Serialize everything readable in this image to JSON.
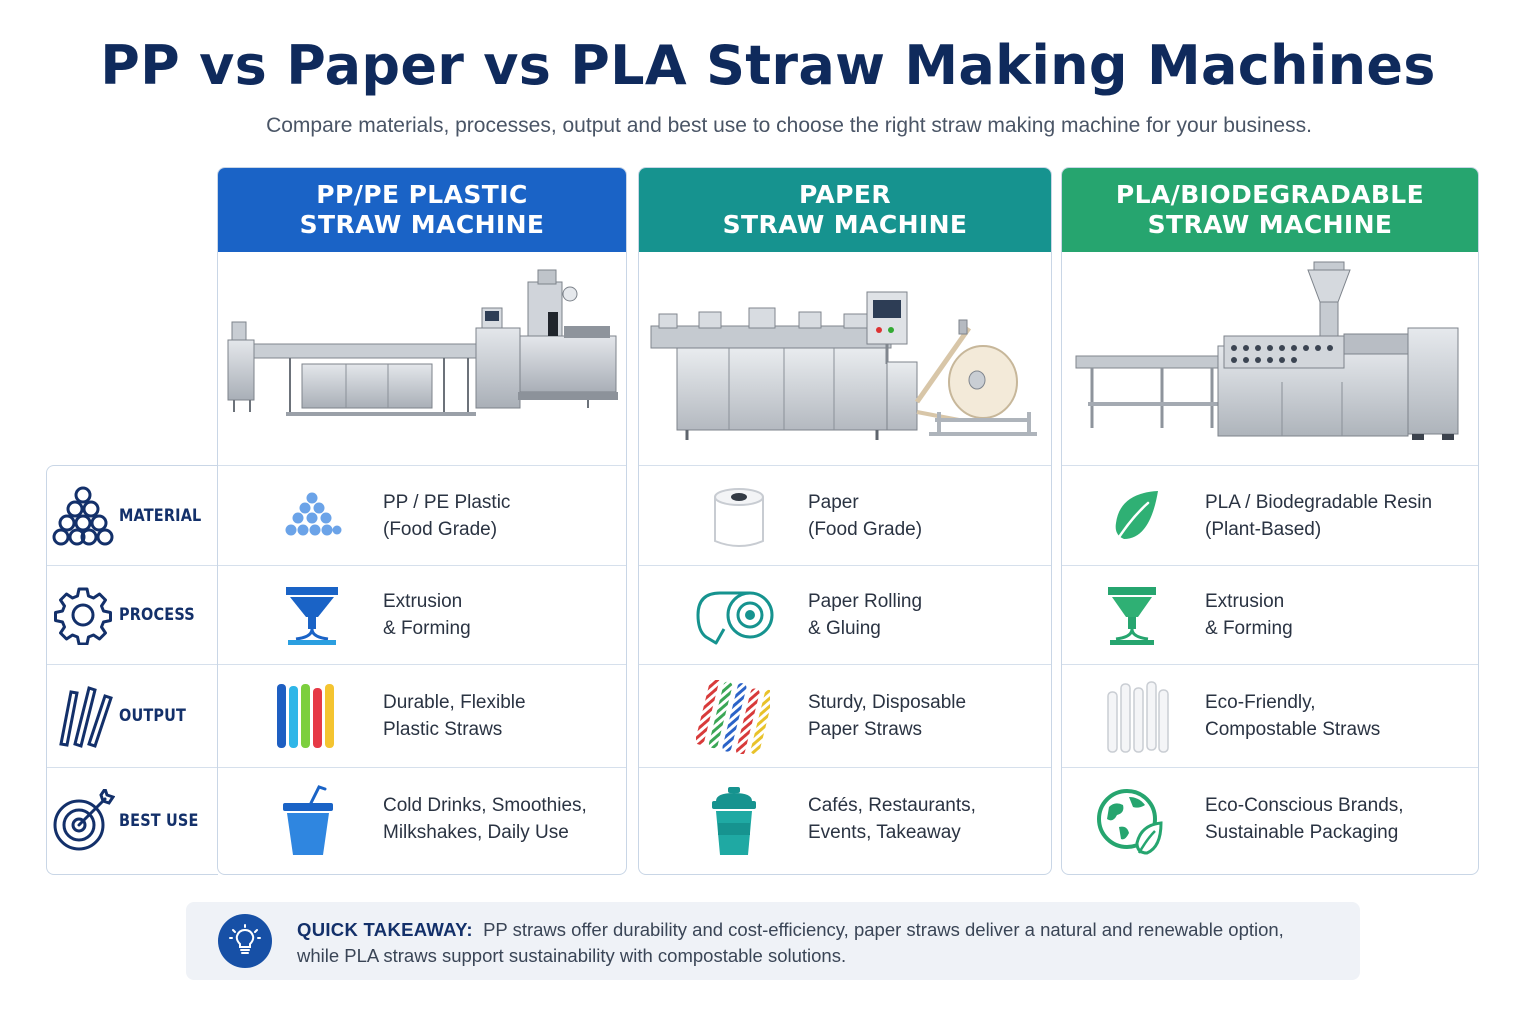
{
  "title": "PP vs Paper vs PLA Straw Making Machines",
  "subtitle": "Compare materials, processes, output and best use to choose the right straw making machine for your business.",
  "row_labels": [
    {
      "label": "MATERIAL",
      "icon": "stacked-pellets-icon"
    },
    {
      "label": "PROCESS",
      "icon": "gear-icon"
    },
    {
      "label": "OUTPUT",
      "icon": "straws-icon"
    },
    {
      "label": "BEST USE",
      "icon": "target-icon"
    }
  ],
  "columns": [
    {
      "header_line1": "PP/PE PLASTIC",
      "header_line2": "STRAW MACHINE",
      "color": "#1a63c6",
      "machine_image": "pp-extrusion-line-image",
      "cells": [
        {
          "line1": "PP / PE Plastic",
          "line2": "(Food Grade)",
          "icon": "plastic-pellets-icon"
        },
        {
          "line1": "Extrusion",
          "line2": "& Forming",
          "icon": "extrusion-die-icon"
        },
        {
          "line1": "Durable, Flexible",
          "line2": "Plastic Straws",
          "icon": "colored-straws-icon"
        },
        {
          "line1": "Cold Drinks, Smoothies,",
          "line2": "Milkshakes, Daily Use",
          "icon": "cold-drink-cup-icon"
        }
      ]
    },
    {
      "header_line1": "PAPER",
      "header_line2": "STRAW MACHINE",
      "color": "#16938f",
      "machine_image": "paper-rolling-machine-image",
      "cells": [
        {
          "line1": "Paper",
          "line2": "(Food Grade)",
          "icon": "paper-roll-icon"
        },
        {
          "line1": "Paper Rolling",
          "line2": "& Gluing",
          "icon": "rolling-paper-icon"
        },
        {
          "line1": "Sturdy, Disposable",
          "line2": "Paper Straws",
          "icon": "striped-straws-icon"
        },
        {
          "line1": "Cafés, Restaurants,",
          "line2": "Events, Takeaway",
          "icon": "takeaway-cup-icon"
        }
      ]
    },
    {
      "header_line1": "PLA/BIODEGRADABLE",
      "header_line2": "STRAW MACHINE",
      "color": "#26a56f",
      "machine_image": "pla-extruder-machine-image",
      "cells": [
        {
          "line1": "PLA / Biodegradable Resin",
          "line2": "(Plant-Based)",
          "icon": "leaf-icon"
        },
        {
          "line1": "Extrusion",
          "line2": "& Forming",
          "icon": "extrusion-die-icon"
        },
        {
          "line1": "Eco-Friendly,",
          "line2": "Compostable Straws",
          "icon": "white-straws-icon"
        },
        {
          "line1": "Eco-Conscious Brands,",
          "line2": "Sustainable Packaging",
          "icon": "globe-leaf-icon"
        }
      ]
    }
  ],
  "takeaway": {
    "label": "QUICK TAKEAWAY:",
    "line1": "PP straws offer durability and cost-efficiency, paper straws deliver a natural and renewable option,",
    "line2": "while PLA straws support sustainability with compostable solutions.",
    "icon": "lightbulb-icon"
  },
  "colors": {
    "navy": "#0f2a5c",
    "blue": "#1a63c6",
    "teal": "#16938f",
    "green": "#26a56f"
  }
}
